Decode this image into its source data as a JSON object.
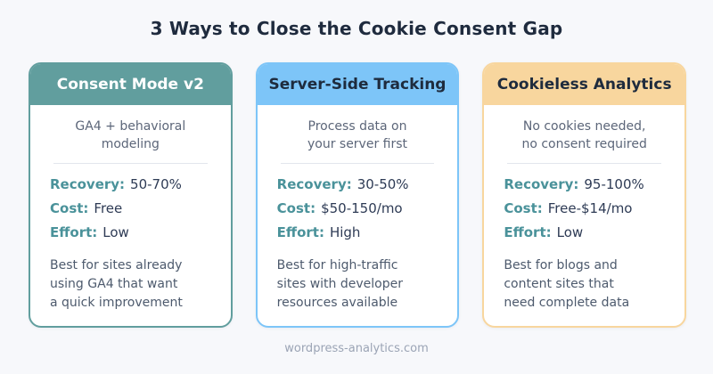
{
  "page": {
    "title": "3 Ways to Close the Cookie Consent Gap",
    "footer": "wordpress-analytics.com",
    "background_color": "#f7f8fb",
    "title_color": "#1f2b3e",
    "stat_label_color": "#4a929a"
  },
  "cards": [
    {
      "title": "Consent Mode v2",
      "accent": "#619e9e",
      "header_text_color": "#ffffff",
      "subtitle": "GA4 + behavioral\nmodeling",
      "stats": [
        {
          "label": "Recovery:",
          "value": "50-70%"
        },
        {
          "label": "Cost:",
          "value": "Free"
        },
        {
          "label": "Effort:",
          "value": "Low"
        }
      ],
      "best_for": "Best for sites already\nusing GA4 that want\na quick improvement"
    },
    {
      "title": "Server-Side Tracking",
      "accent": "#7dc5f8",
      "header_text_color": "#1e2b3d",
      "subtitle": "Process data on\nyour server first",
      "stats": [
        {
          "label": "Recovery:",
          "value": "30-50%"
        },
        {
          "label": "Cost:",
          "value": "$50-150/mo"
        },
        {
          "label": "Effort:",
          "value": "High"
        }
      ],
      "best_for": "Best for high-traffic\nsites with developer\nresources available"
    },
    {
      "title": "Cookieless Analytics",
      "accent": "#f8d69e",
      "header_text_color": "#1e2b3d",
      "subtitle": "No cookies needed,\nno consent required",
      "stats": [
        {
          "label": "Recovery:",
          "value": "95-100%"
        },
        {
          "label": "Cost:",
          "value": "Free-$14/mo"
        },
        {
          "label": "Effort:",
          "value": "Low"
        }
      ],
      "best_for": "Best for blogs and\ncontent sites that\nneed complete data"
    }
  ]
}
